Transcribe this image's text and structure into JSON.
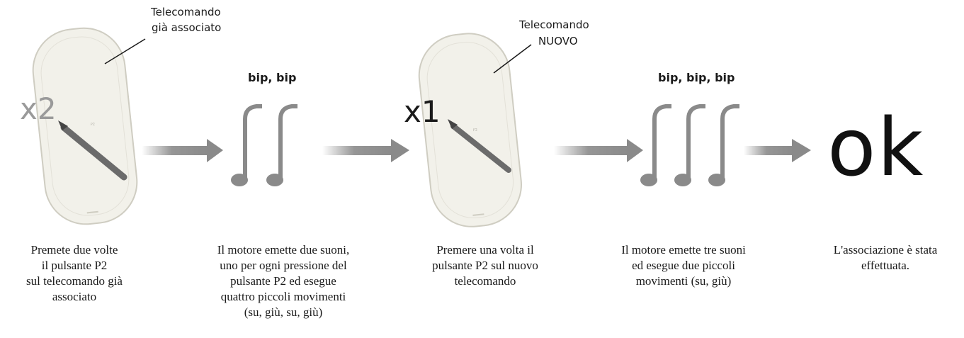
{
  "remote_old_label": [
    "Telecomando",
    "già associato"
  ],
  "remote_new_label": [
    "Telecomando",
    "NUOVO"
  ],
  "press_old": "x2",
  "press_new": "x1",
  "beeps_two": "bip, bip",
  "beeps_three": "bip, bip, bip",
  "result": "ok",
  "captions": [
    [
      "Premete due volte",
      "il pulsante P2",
      "sul telecomando già",
      "associato"
    ],
    [
      "Il motore emette due suoni,",
      "uno per ogni pressione del",
      "pulsante P2 ed esegue",
      "quattro piccoli movimenti",
      "(su, giù, su, giù)"
    ],
    [
      "Premere una volta il",
      "pulsante P2 sul nuovo",
      "telecomando"
    ],
    [
      "Il motore emette tre suoni",
      "ed esegue due piccoli",
      "movimenti (su, giù)"
    ],
    [
      "L'associazione è stata",
      "effettuata."
    ]
  ],
  "colors": {
    "remote_fill": "#f2f1ea",
    "remote_stroke": "#cfcdc2",
    "arrow": "#8a8a8a",
    "note": "#8a8a8a",
    "pen": "#6b6b6b",
    "multiplier_old": "#9a9a9a",
    "multiplier_new": "#1a1a1a"
  },
  "icons": [
    "remote-control",
    "stylus-pen",
    "music-note",
    "right-arrow"
  ]
}
